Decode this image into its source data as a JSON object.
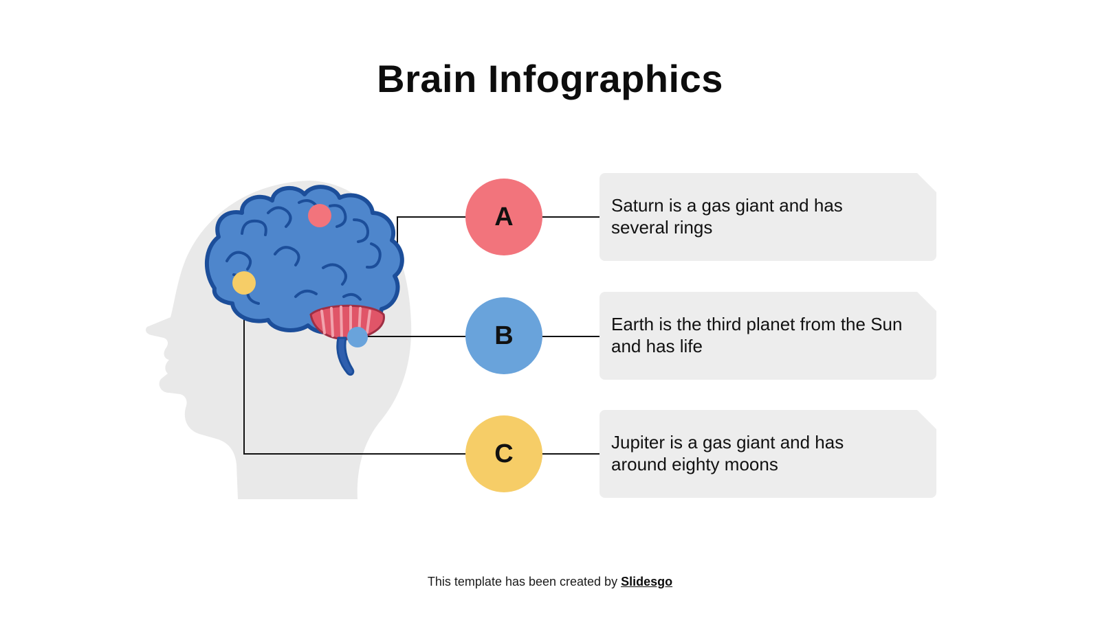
{
  "title": "Brain Infographics",
  "items": [
    {
      "letter": "A",
      "text": "Saturn is a gas giant and has several rings",
      "circle_color": "#F2747C",
      "marker_color": "#F2747C"
    },
    {
      "letter": "B",
      "text": "Earth is the third planet from the Sun and has life",
      "circle_color": "#69A3DB",
      "marker_color": "#69A3DB"
    },
    {
      "letter": "C",
      "text": "Jupiter is a gas giant and has around eighty moons",
      "circle_color": "#F6CD67",
      "marker_color": "#F6CD67"
    }
  ],
  "footer": {
    "prefix": "This template has been created by ",
    "brand": "Slidesgo"
  },
  "colors": {
    "background": "#FFFFFF",
    "card_background": "#EDEDED",
    "head_silhouette": "#E9E9E9",
    "brain_fill": "#4E86CC",
    "brain_outline": "#1C4E9A",
    "cerebellum_fill": "#E05568",
    "cerebellum_stripes": "#F1A3AD",
    "brainstem_fill": "#2F5FAE",
    "connector_line": "#111111",
    "text": "#111111"
  }
}
